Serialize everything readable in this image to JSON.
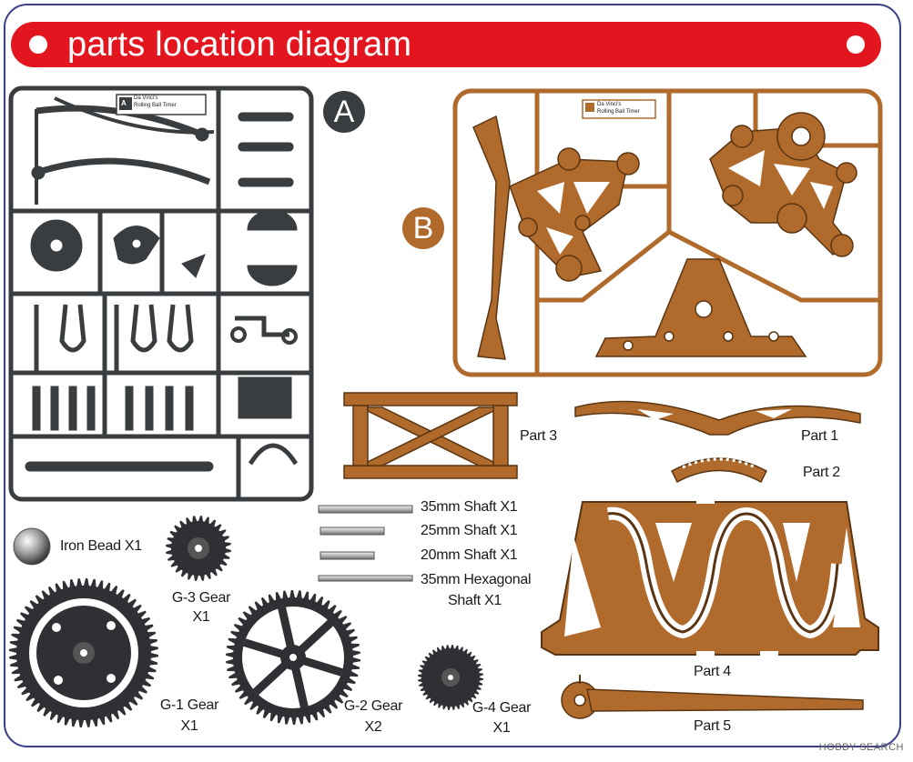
{
  "banner": {
    "title": "parts location diagram"
  },
  "sprues": {
    "a": {
      "badge": "A",
      "tag_line1": "Da Vinci's",
      "tag_line2": "Rolling Ball Timer",
      "tag_letter": "A"
    },
    "b": {
      "badge": "B",
      "tag_line1": "Da Vinci's",
      "tag_line2": "Rolling Ball Timer"
    }
  },
  "parts": {
    "part1": "Part 1",
    "part2": "Part 2",
    "part3": "Part 3",
    "part4": "Part 4",
    "part5": "Part 5"
  },
  "shafts": {
    "s1": "35mm Shaft X1",
    "s2": "25mm Shaft X1",
    "s3": "20mm Shaft X1",
    "s4a": "35mm Hexagonal",
    "s4b": "Shaft X1"
  },
  "items": {
    "bead": "Iron Bead X1",
    "g3a": "G-3 Gear",
    "g3b": "X1",
    "g1a": "G-1 Gear",
    "g1b": "X1",
    "g2a": "G-2 Gear",
    "g2b": "X2",
    "g4a": "G-4 Gear",
    "g4b": "X1"
  },
  "colors": {
    "banner": "#e3161f",
    "sprue_a": "#3a3d40",
    "sprue_b": "#b06a2c",
    "frame": "#3b3f8a"
  },
  "watermark": "HOBBY SEARCH"
}
